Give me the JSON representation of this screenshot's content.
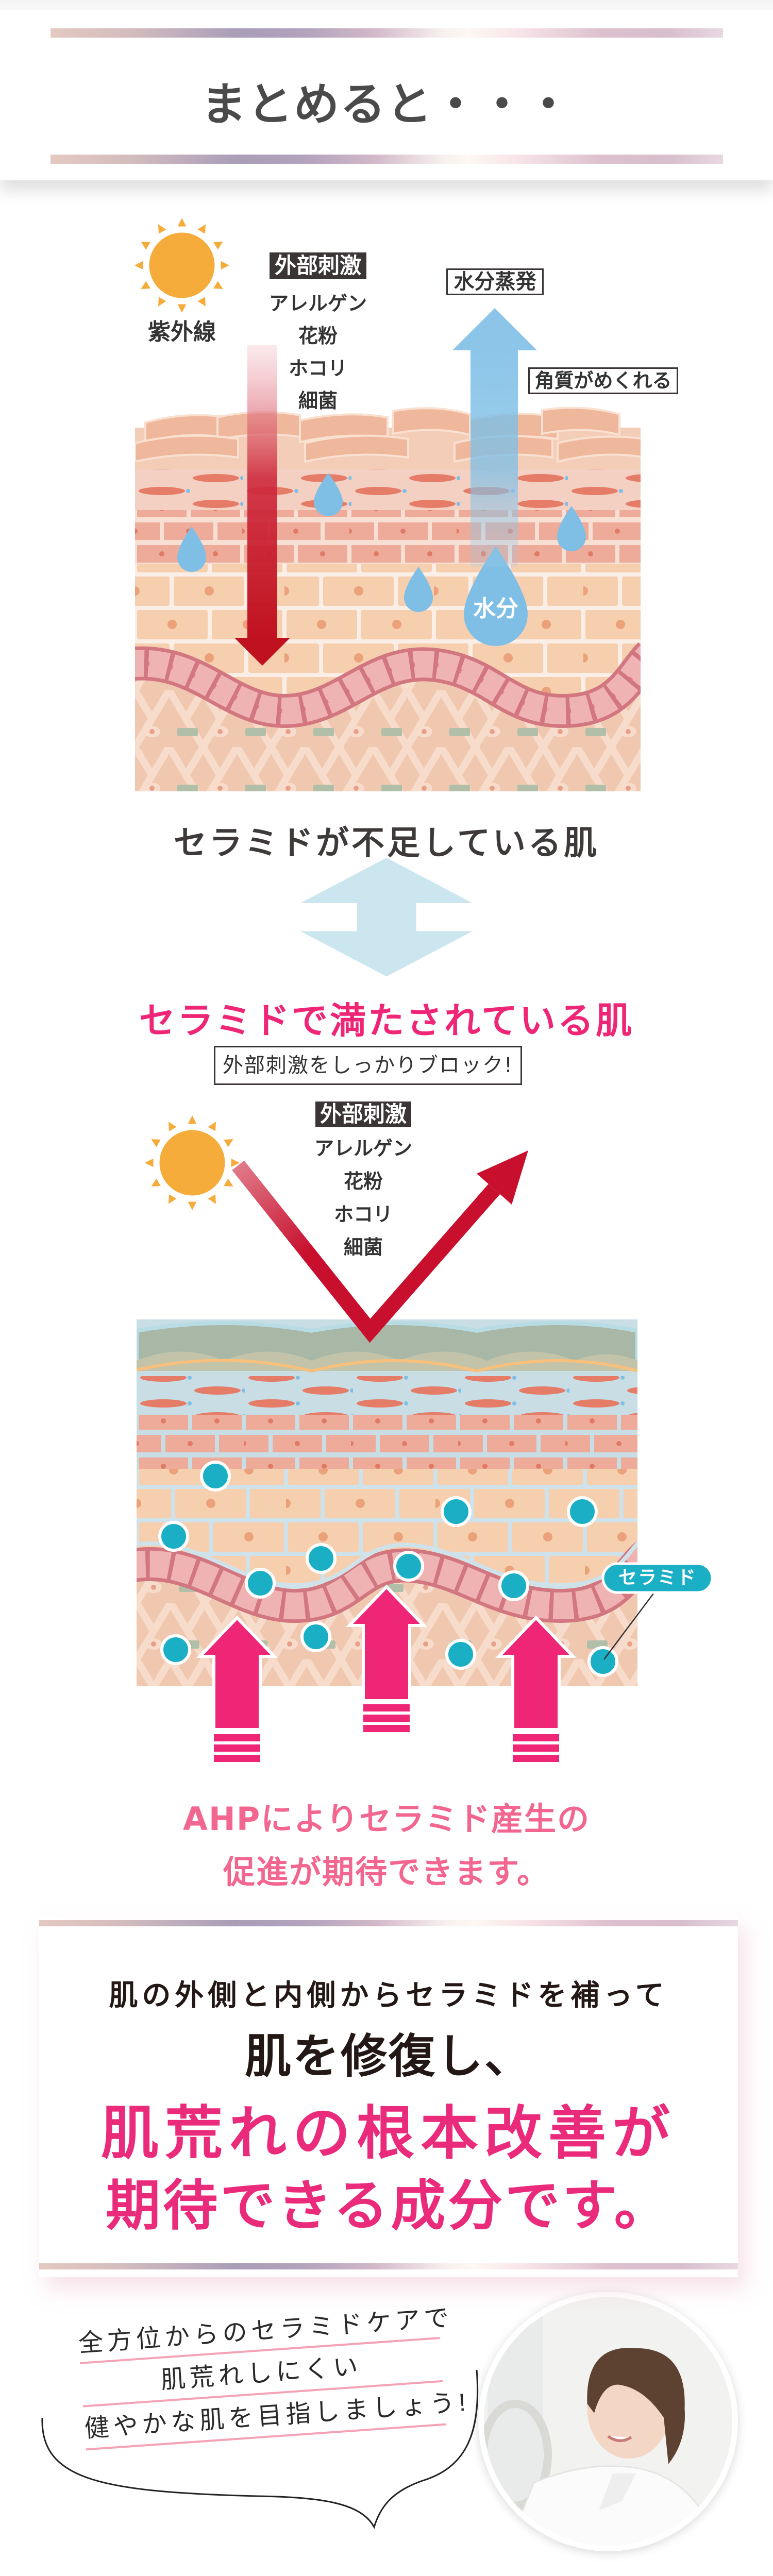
{
  "header": {
    "title": "まとめると・・・"
  },
  "diagram_deficient": {
    "uv_label": "紫外線",
    "stimuli_title": "外部刺激",
    "stimuli": [
      "アレルゲン",
      "花粉",
      "ホコリ",
      "細菌"
    ],
    "evaporation_label": "水分蒸発",
    "flaking_label": "角質がめくれる",
    "water_label": "水分",
    "caption": "セラミドが不足している肌"
  },
  "diagram_filled": {
    "title": "セラミドで満たされている肌",
    "block_label": "外部刺激をしっかりブロック!",
    "stimuli_title": "外部刺激",
    "stimuli": [
      "アレルゲン",
      "花粉",
      "ホコリ",
      "細菌"
    ],
    "ceramide_label": "セラミド",
    "caption_lines": [
      "AHPによりセラミド産生の",
      "促進が期待できます。"
    ]
  },
  "summary": {
    "line1": "肌の外側と内側からセラミドを補って",
    "line2": "肌を修復し、",
    "line3": "肌荒れの根本改善が",
    "line4": "期待できる成分です。"
  },
  "speech_bubble": {
    "lines": [
      "全方位からのセラミドケアで",
      "肌荒れしにくい",
      "健やかな肌を目指しましょう!"
    ]
  },
  "colors": {
    "pink": "#ef2576",
    "ceramide_teal": "#1aafc4",
    "stimulus_red": "#c8102e",
    "water_blue": "#7fbfe6",
    "sun_orange": "#f5ac3b"
  }
}
